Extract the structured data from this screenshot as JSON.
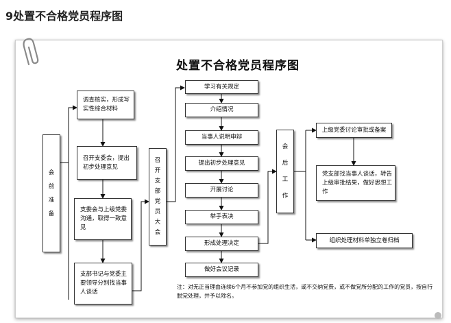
{
  "header": "9处置不合格党员程序图",
  "diagram": {
    "title": "处置不合格党员程序图",
    "pre_meeting": {
      "label": [
        "会",
        "前",
        "准",
        "备"
      ],
      "steps": [
        "调查核实，形成写实性综合材料",
        "召开支委会，提出初步处理意见",
        "支委会与上级党委沟通，取得一致意见",
        "支部书记与党委主要领导分别找当事人谈话"
      ]
    },
    "meeting": {
      "label": [
        "召",
        "开",
        "支",
        "部",
        "党",
        "员",
        "大",
        "会"
      ],
      "steps": [
        "学习有关规定",
        "介绍情况",
        "当事人说明申辩",
        "提出初步处理意见",
        "开展讨论",
        "举手表决",
        "形成处理决定",
        "做好会议记录"
      ]
    },
    "post_meeting": {
      "label": [
        "会",
        "后",
        "工",
        "作"
      ],
      "steps": [
        "上级党委讨论审批或备案",
        "党支部找当事人谈话，转告上级审批结果，做好思想工作",
        "组织处理材料单独立卷归档"
      ]
    },
    "note": "注：对无正当理由连续6个月不参加党的组织生活，或不交纳党费，或不做党所分配的工作的党员，按自行脱党处理，并予以除名。"
  }
}
